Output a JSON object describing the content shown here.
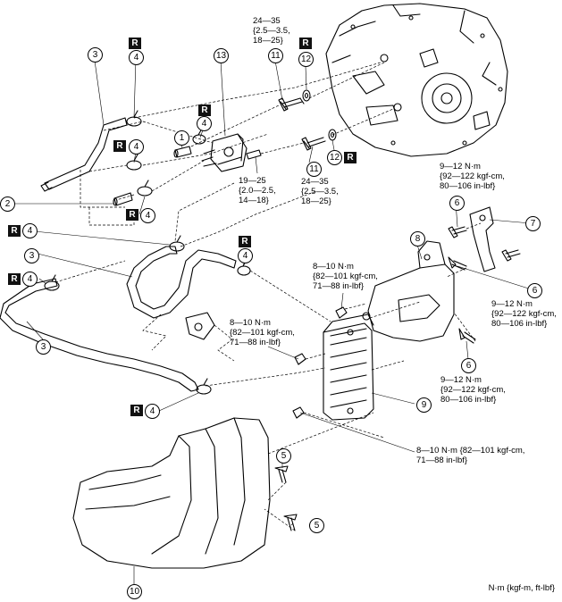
{
  "reuse_mark": "R",
  "callouts": {
    "c1": "1",
    "c2": "2",
    "c3": "3",
    "c4": "4",
    "c5": "5",
    "c6": "6",
    "c7": "7",
    "c8": "8",
    "c9": "9",
    "c10": "10",
    "c11": "11",
    "c12": "12",
    "c13": "13"
  },
  "torque": {
    "t_11_12_top": "24—35\n{2.5—3.5,\n18—25}",
    "t_11_12_mid": "24—35\n{2.5—3.5,\n18—25}",
    "t_13": "19—25\n{2.0—2.5,\n14—18}",
    "t_7": "9—12 N·m\n{92—122 kgf-cm,\n80—106 in-lbf}",
    "t_6a": "9—12 N·m\n{92—122 kgf-cm,\n80—106 in-lbf}",
    "t_6b": "9—12 N·m\n{92—122 kgf-cm,\n80—106 in-lbf}",
    "t_9_top": "8—10 N·m\n{82—101 kgf-cm,\n71—88 in-lbf}",
    "t_9_mid": "8—10 N·m\n{82—101 kgf-cm,\n71—88 in-lbf}",
    "t_9_bot": "8—10 N·m {82—101 kgf-cm,\n71—88 in-lbf}"
  },
  "units_note": "N·m {kgf-m, ft-lbf}"
}
